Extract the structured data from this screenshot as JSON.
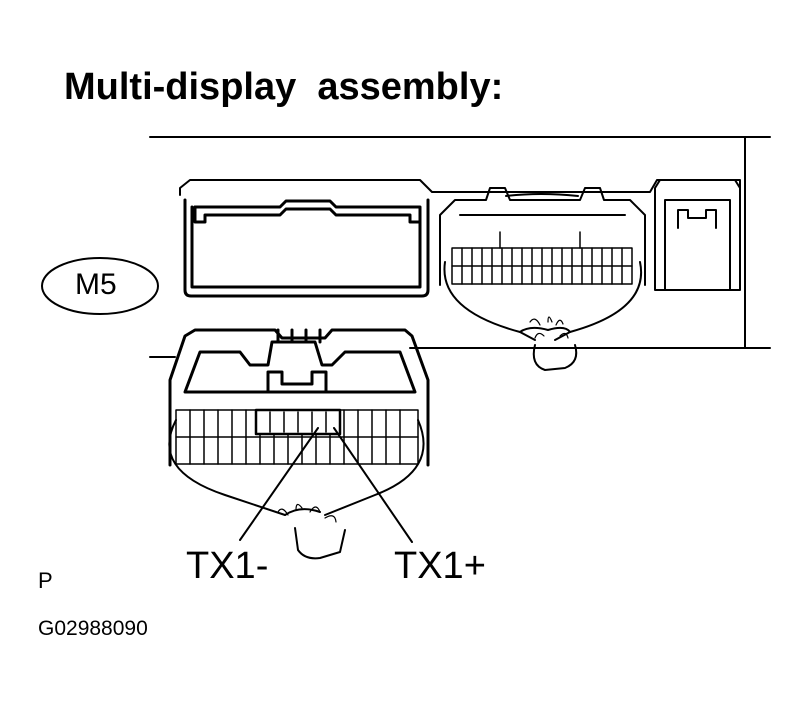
{
  "title": "Multi-display  assembly:",
  "connector_label": "M5",
  "pins": {
    "tx_minus": "TX1-",
    "tx_plus": "TX1+"
  },
  "marker": "P",
  "figure_code": "G02988090"
}
